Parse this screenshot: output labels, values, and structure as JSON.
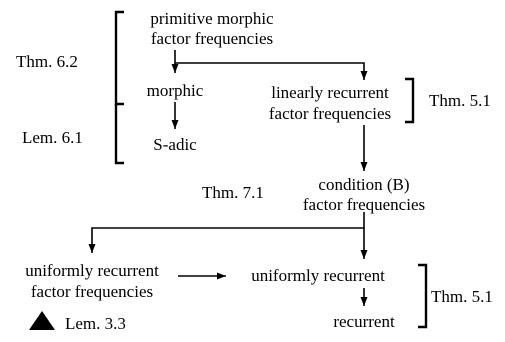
{
  "nodes": {
    "primitive_morphic": [
      "primitive morphic",
      "factor frequencies"
    ],
    "morphic": [
      "morphic"
    ],
    "s_adic": [
      "S-adic"
    ],
    "linearly_recurrent": [
      "linearly recurrent",
      "factor frequencies"
    ],
    "condition_b": [
      "condition (B)",
      "factor frequencies"
    ],
    "uniformly_recurrent_ff": [
      "uniformly recurrent",
      "factor frequencies"
    ],
    "uniformly_recurrent": [
      "uniformly recurrent"
    ],
    "recurrent": [
      "recurrent"
    ]
  },
  "labels": {
    "thm_6_2": "Thm. 6.2",
    "lem_6_1": "Lem. 6.1",
    "thm_5_1_top": "Thm. 5.1",
    "thm_7_1": "Thm. 7.1",
    "thm_5_1_bottom": "Thm. 5.1",
    "lem_3_3": "Lem. 3.3"
  },
  "icons": {
    "warning": "triangle-icon"
  }
}
